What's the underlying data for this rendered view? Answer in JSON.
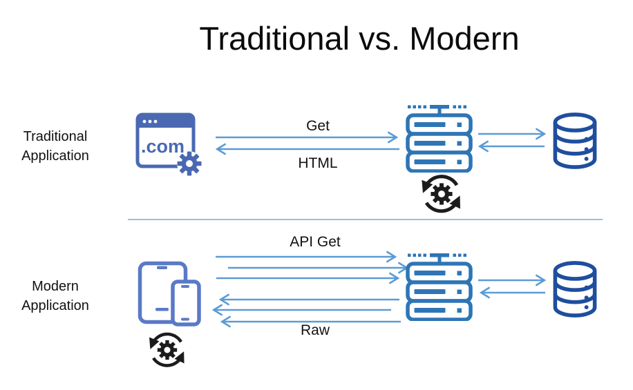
{
  "title": "Traditional vs. Modern",
  "colors": {
    "arrow_blue": "#5b9bd5",
    "divider_blue": "#7ba7cb",
    "browser_icon_blue": "#4a69b2",
    "devices_icon_blue": "#5a7ac6",
    "server_icon_blue": "#2e75b6",
    "database_icon_blue": "#1f4e9e",
    "sync_icon_black": "#1c1c1c",
    "text_color": "#000000"
  },
  "traditional_row": {
    "label_line1": "Traditional",
    "label_line2": "Application",
    "browser_domain": ".com",
    "request_arrow_label": "Get",
    "response_arrow_label": "HTML"
  },
  "modern_row": {
    "label_line1": "Modern",
    "label_line2": "Application",
    "request_arrow_label": "API Get",
    "response_arrow_label": "Raw"
  }
}
